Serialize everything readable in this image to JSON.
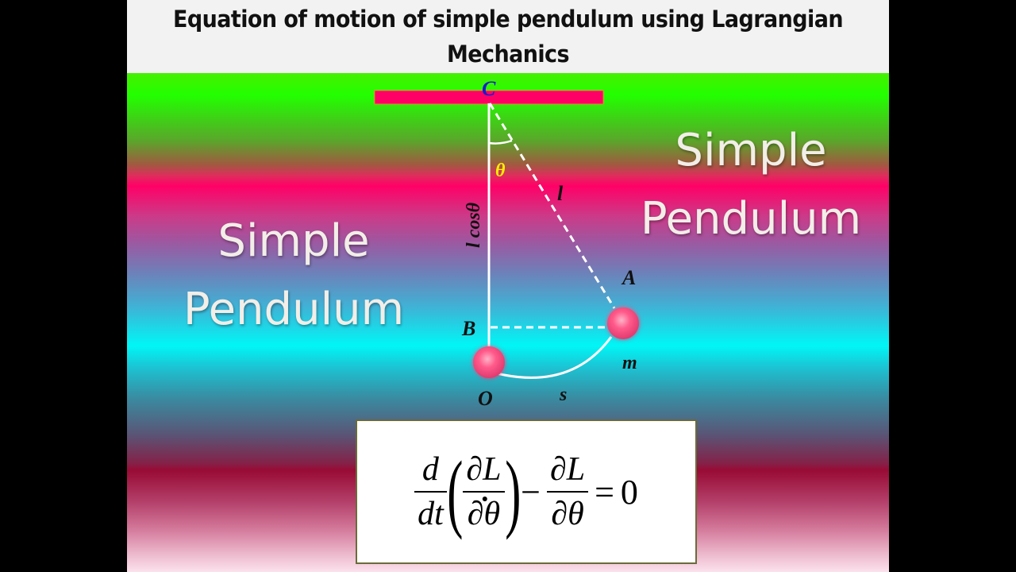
{
  "slide": {
    "title": "Equation of motion of simple pendulum using Lagrangian Mechanics",
    "title_line1": "Equation of motion of simple pendulum using Lagrangian",
    "title_line2": "Mechanics",
    "left_caption": {
      "line1": "Simple",
      "line2": "Pendulum"
    },
    "right_caption": {
      "line1": "Simple",
      "line2": "Pendulum"
    }
  },
  "diagram": {
    "labels": {
      "pivot": "C",
      "angle": "θ",
      "length": "l",
      "vertical_length": "l cosθ",
      "displaced_point": "A",
      "foot_point": "B",
      "rest_point": "O",
      "mass": "m",
      "arc": "s"
    },
    "colors": {
      "support_bar": "#ff0066",
      "pivot_label": "#1a1acc",
      "angle_label": "#ffee00",
      "bob": "#ff5a8a",
      "lines": "#ffffff"
    }
  },
  "equation": {
    "d": "d",
    "dt": "dt",
    "partial_L": "∂L",
    "partial_theta_dot": "∂θ",
    "partial_theta": "∂θ",
    "minus": "−",
    "equals": "=",
    "rhs": "0",
    "latex": "\\frac{d}{dt}\\left(\\frac{\\partial L}{\\partial \\dot{\\theta}}\\right) - \\frac{\\partial L}{\\partial \\theta} = 0"
  }
}
